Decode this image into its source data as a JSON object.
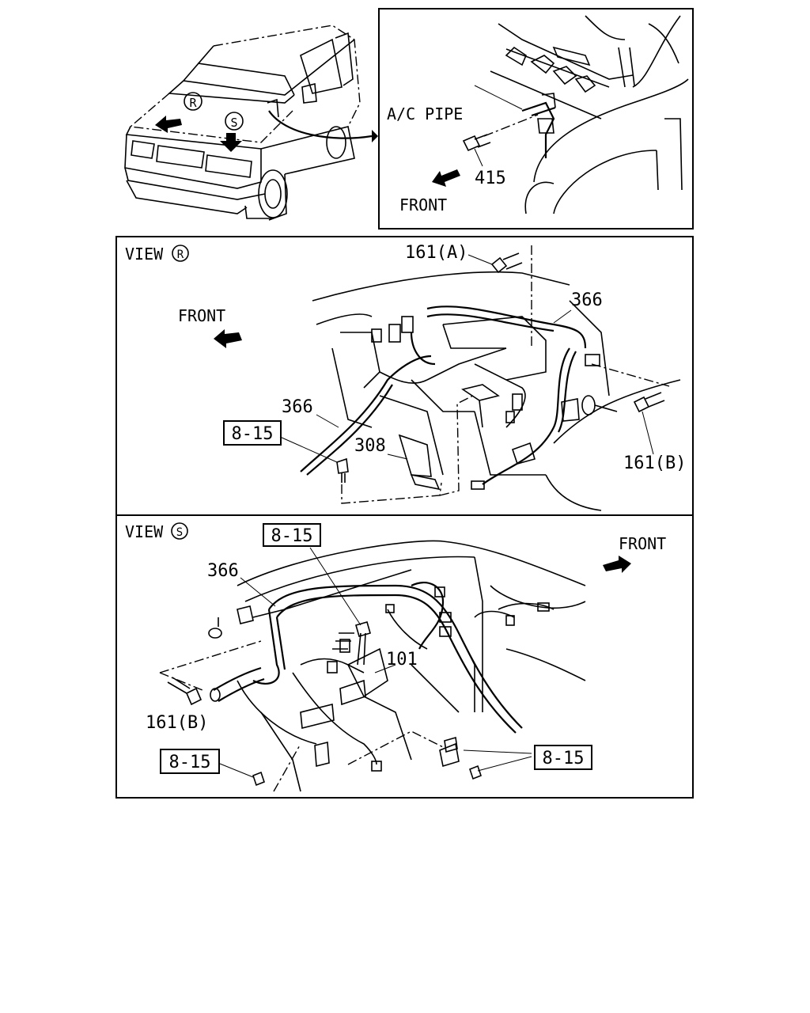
{
  "inset_top": {
    "ac_pipe_label": "A/C PIPE",
    "part_415": "415",
    "front_label": "FRONT"
  },
  "vehicle": {
    "view_r_marker": "R",
    "view_s_marker": "S"
  },
  "view_r": {
    "title": "VIEW",
    "marker": "R",
    "front_label": "FRONT",
    "part_161a": "161(A)",
    "part_366_top": "366",
    "part_366_left": "366",
    "ref_8_15": "8-15",
    "part_308": "308",
    "part_161b": "161(B)"
  },
  "view_s": {
    "title": "VIEW",
    "marker": "S",
    "front_label": "FRONT",
    "ref_8_15_top": "8-15",
    "part_366": "366",
    "part_101": "101",
    "part_161b": "161(B)",
    "ref_8_15_left": "8-15",
    "ref_8_15_right": "8-15"
  }
}
